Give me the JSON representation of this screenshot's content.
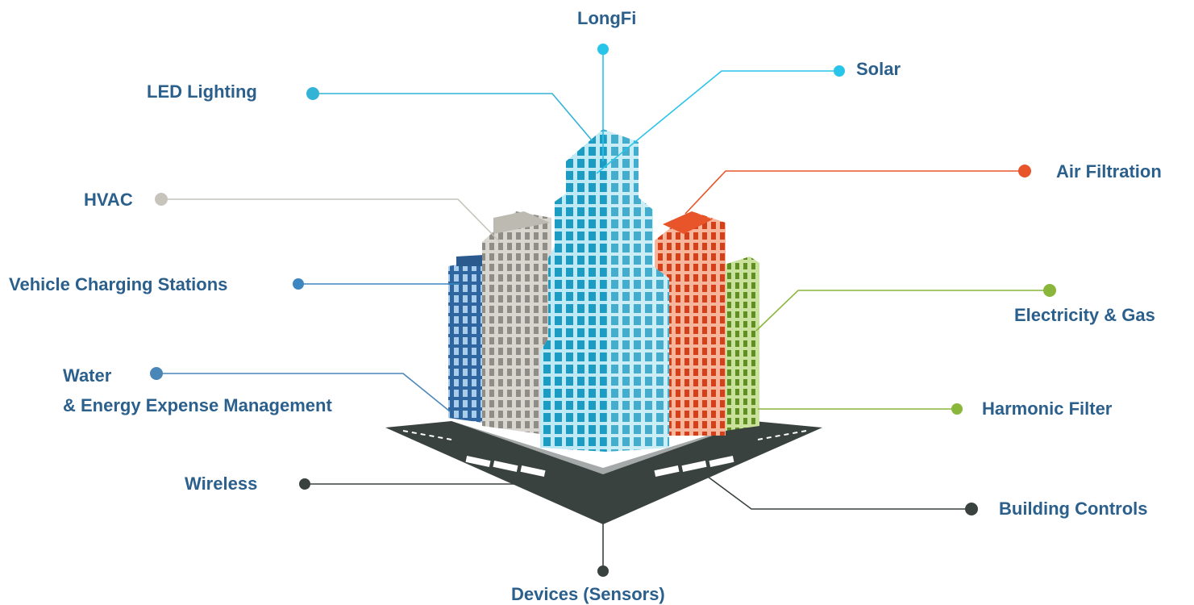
{
  "labels": {
    "longfi": "LongFi",
    "solar": "Solar",
    "led_lighting": "LED Lighting",
    "air_filtration": "Air Filtration",
    "hvac": "HVAC",
    "vehicle_charging": "Vehicle Charging Stations",
    "electricity_gas": "Electricity & Gas",
    "water_line1": "Water",
    "water_line2": "& Energy Expense Management",
    "harmonic_filter": "Harmonic Filter",
    "wireless": "Wireless",
    "building_controls": "Building Controls",
    "devices": "Devices (Sensors)"
  },
  "colors": {
    "label_text": "#2b5f8c",
    "cyan": "#29c4ea",
    "teal": "#33b3d6",
    "orange": "#e8552a",
    "grey": "#c6c4bc",
    "blue": "#3d87c0",
    "steel_blue": "#4a86b8",
    "green": "#8ab63c",
    "dark": "#3a4240",
    "road": "#3a4240"
  },
  "icons": [
    "building-cluster-icon",
    "road-intersection-icon"
  ]
}
